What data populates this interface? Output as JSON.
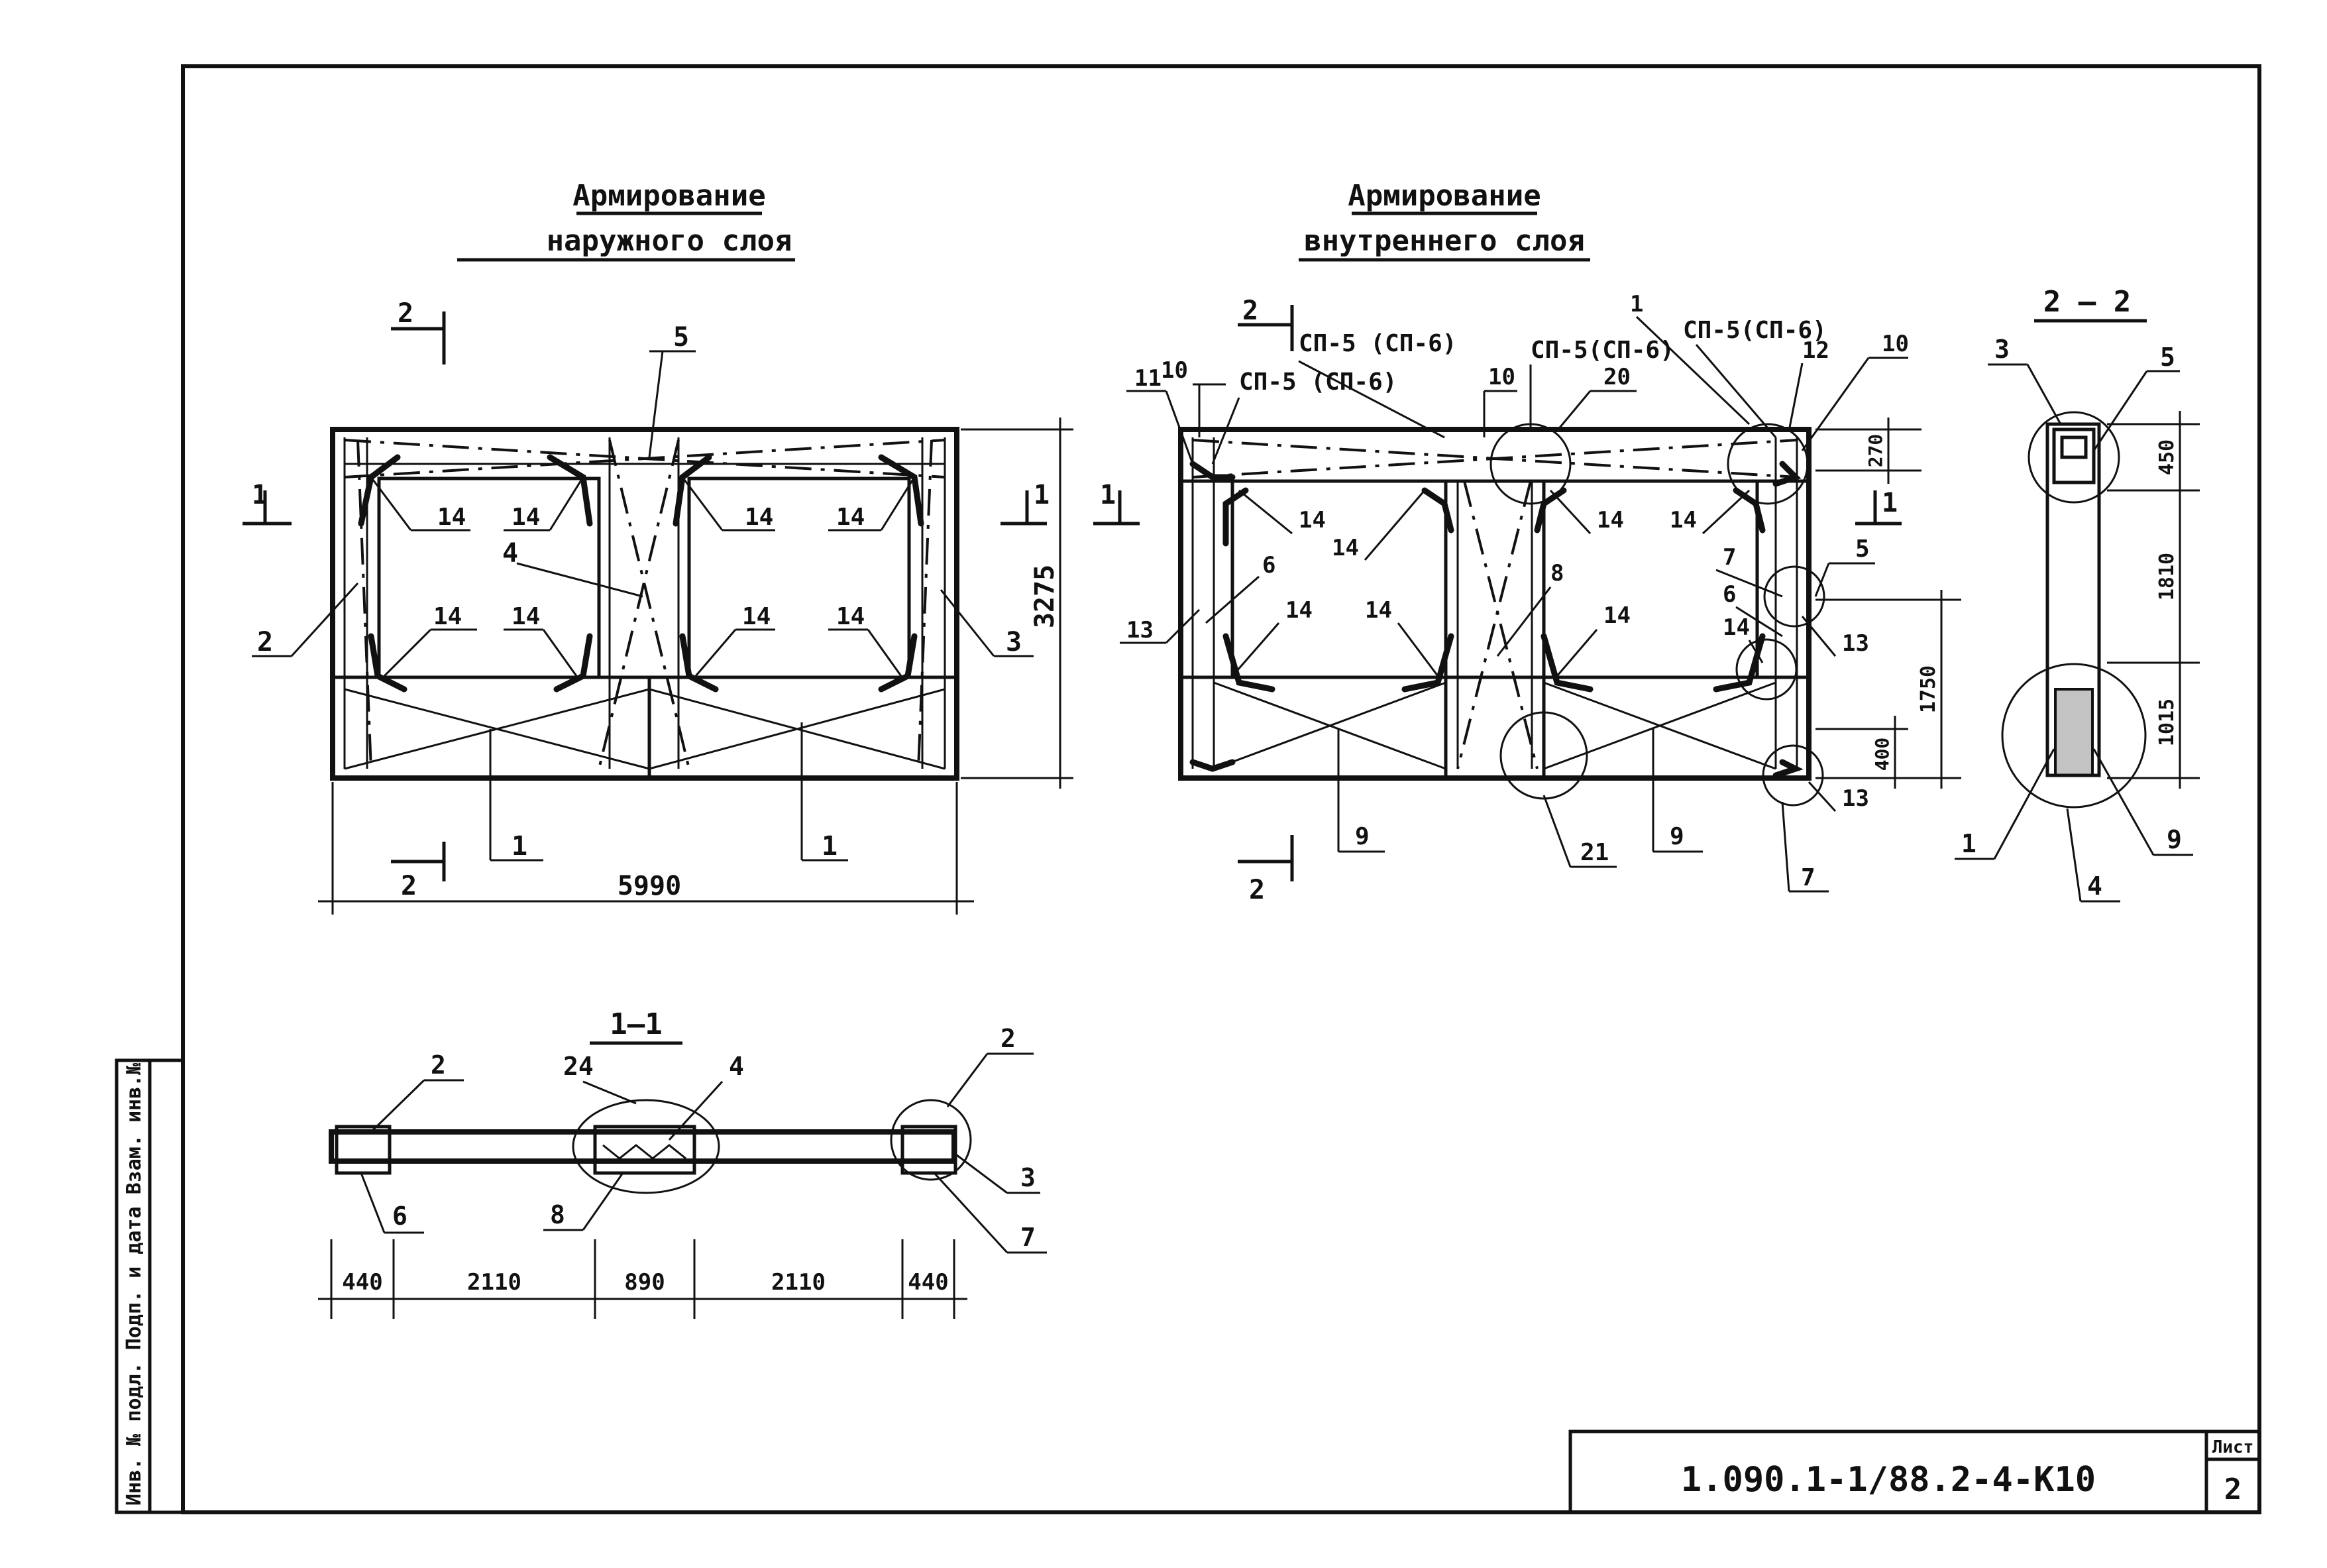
{
  "outer_layer": {
    "title_line1": "Армирование",
    "title_line2": "наружного слоя",
    "section_label": "2",
    "section_label_bottom": "2",
    "section_1_left": "1",
    "section_1_right": "1",
    "callouts": [
      "5",
      "2",
      "4",
      "3",
      "1",
      "1",
      "14",
      "14",
      "14",
      "14",
      "14",
      "14",
      "14",
      "14"
    ],
    "dim_width": "5990",
    "dim_height": "3275"
  },
  "inner_layer": {
    "title_line1": "Армирование",
    "title_line2": "внутреннего слоя",
    "section_label": "2",
    "section_label_bottom": "2",
    "section_1_left": "1",
    "section_1_right": "1",
    "sp_labels": [
      "СП-5 (СП-6)",
      "СП-5 (СП-6)",
      "СП-5(СП-6)",
      "СП-5(СП-6)"
    ],
    "callouts": [
      "10",
      "11",
      "10",
      "20",
      "1",
      "12",
      "10",
      "14",
      "14",
      "14",
      "14",
      "6",
      "13",
      "14",
      "14",
      "8",
      "14",
      "7",
      "5",
      "6",
      "14",
      "13",
      "13",
      "9",
      "21",
      "9",
      "7"
    ],
    "dim_270": "270",
    "dim_1750": "1750",
    "dim_400": "400"
  },
  "section_2_2": {
    "title": "2 – 2",
    "callouts": [
      "3",
      "5",
      "1",
      "4",
      "9"
    ],
    "dims": [
      "450",
      "1810",
      "1015"
    ]
  },
  "section_1_1": {
    "title": "1–1",
    "callouts": [
      "2",
      "24",
      "4",
      "2",
      "3",
      "6",
      "8",
      "7"
    ],
    "dims": [
      "440",
      "2110",
      "890",
      "2110",
      "440"
    ]
  },
  "side_stamp": {
    "text": "Инв. № подл. Подп. и дата Взам. инв.№"
  },
  "title_block": {
    "code": "1.090.1-1/88.2-4-К10",
    "sheet_label": "Лист",
    "sheet_number": "2"
  }
}
